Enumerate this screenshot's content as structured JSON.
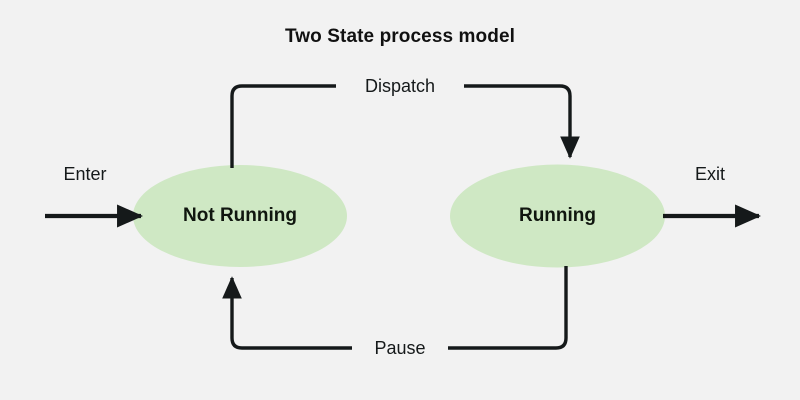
{
  "diagram": {
    "title": "Two State process model",
    "type": "state-transition-diagram",
    "background_color": "#f2f2f2",
    "node_fill_color": "#cfe8c4",
    "line_color": "#15191a",
    "text_color": "#15191a",
    "states": [
      {
        "id": "not-running",
        "label": "Not Running"
      },
      {
        "id": "running",
        "label": "Running"
      }
    ],
    "transitions": [
      {
        "id": "dispatch",
        "label": "Dispatch",
        "from": "not-running",
        "to": "running"
      },
      {
        "id": "pause",
        "label": "Pause",
        "from": "running",
        "to": "not-running"
      }
    ],
    "endpoints": [
      {
        "id": "enter",
        "label": "Enter",
        "to": "not-running"
      },
      {
        "id": "exit",
        "label": "Exit",
        "from": "running"
      }
    ]
  }
}
